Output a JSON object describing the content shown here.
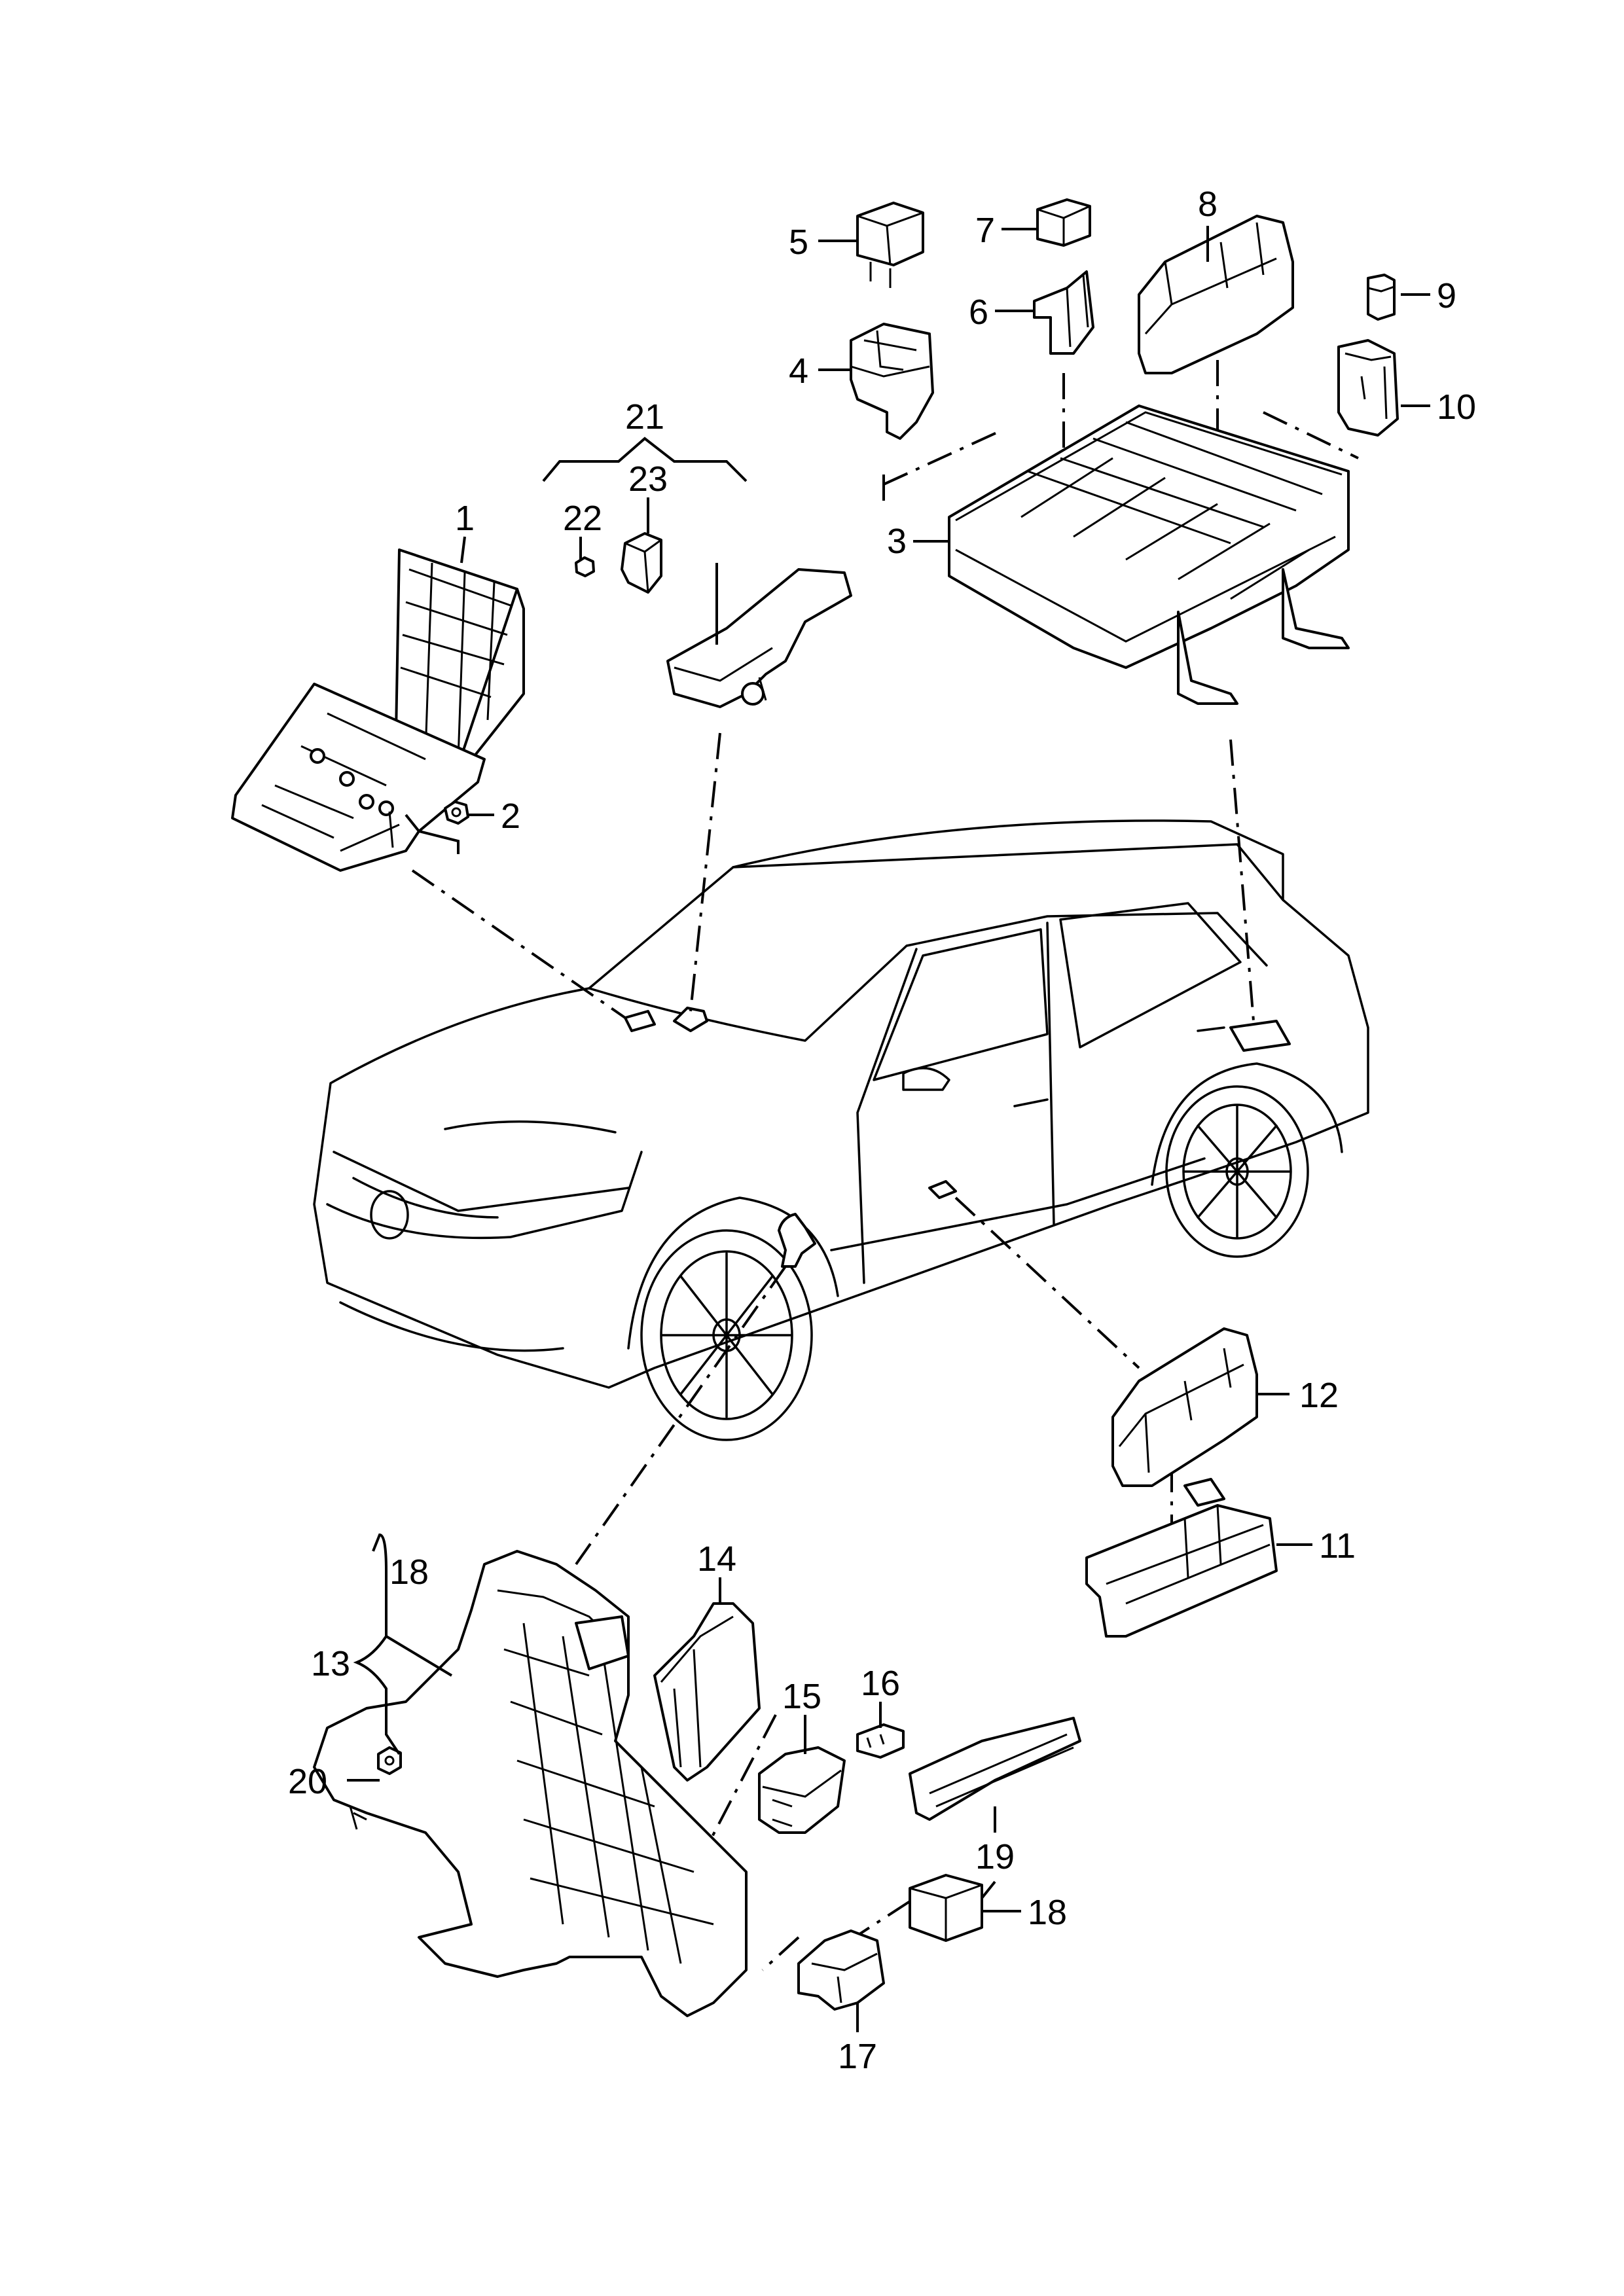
{
  "callouts": {
    "c1": "1",
    "c2": "2",
    "c3": "3",
    "c4": "4",
    "c5": "5",
    "c6": "6",
    "c7": "7",
    "c8": "8",
    "c9": "9",
    "c10": "10",
    "c11": "11",
    "c12": "12",
    "c13": "13",
    "c14": "14",
    "c15": "15",
    "c16": "16",
    "c17": "17",
    "c18a": "18",
    "c18b": "18",
    "c19": "19",
    "c20": "20",
    "c21": "21",
    "c22": "22",
    "c23": "23"
  }
}
